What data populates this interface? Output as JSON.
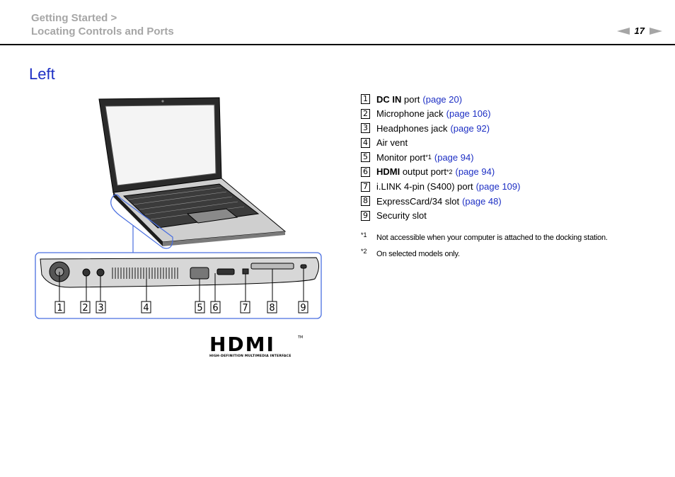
{
  "header": {
    "breadcrumb_line1": "Getting Started >",
    "breadcrumb_line2": "Locating Controls and Ports",
    "page_number": "17"
  },
  "section_title": "Left",
  "legend": [
    {
      "num": "1",
      "bold": "DC IN",
      "text": " port",
      "sup": "",
      "link": "(page 20)"
    },
    {
      "num": "2",
      "bold": "",
      "text": "Microphone jack",
      "sup": "",
      "link": "(page 106)"
    },
    {
      "num": "3",
      "bold": "",
      "text": "Headphones jack",
      "sup": "",
      "link": "(page 92)"
    },
    {
      "num": "4",
      "bold": "",
      "text": "Air vent",
      "sup": "",
      "link": ""
    },
    {
      "num": "5",
      "bold": "",
      "text": "Monitor port",
      "sup": "*1",
      "link": "(page 94)"
    },
    {
      "num": "6",
      "bold": "HDMI",
      "text": " output port",
      "sup": "*2",
      "link": "(page 94)"
    },
    {
      "num": "7",
      "bold": "",
      "text": "i.LINK 4-pin (S400) port",
      "sup": "",
      "link": "(page 109)"
    },
    {
      "num": "8",
      "bold": "",
      "text": "ExpressCard/34 slot",
      "sup": "",
      "link": "(page 48)"
    },
    {
      "num": "9",
      "bold": "",
      "text": "Security slot",
      "sup": "",
      "link": ""
    }
  ],
  "footnotes": [
    {
      "mark": "*1",
      "text": "Not accessible when your computer is attached to the docking station."
    },
    {
      "mark": "*2",
      "text": "On selected models only."
    }
  ],
  "callout_labels": [
    "1",
    "2",
    "3",
    "4",
    "5",
    "6",
    "7",
    "8",
    "9"
  ],
  "hdmi_logo": {
    "wordmark": "HDMI",
    "tagline": "HIGH-DEFINITION MULTIMEDIA INTERFACE",
    "tm": "TM"
  },
  "colors": {
    "link": "#1d2fc4",
    "breadcrumb": "#a6a6a6",
    "callout_frame": "#4a6fe0"
  }
}
